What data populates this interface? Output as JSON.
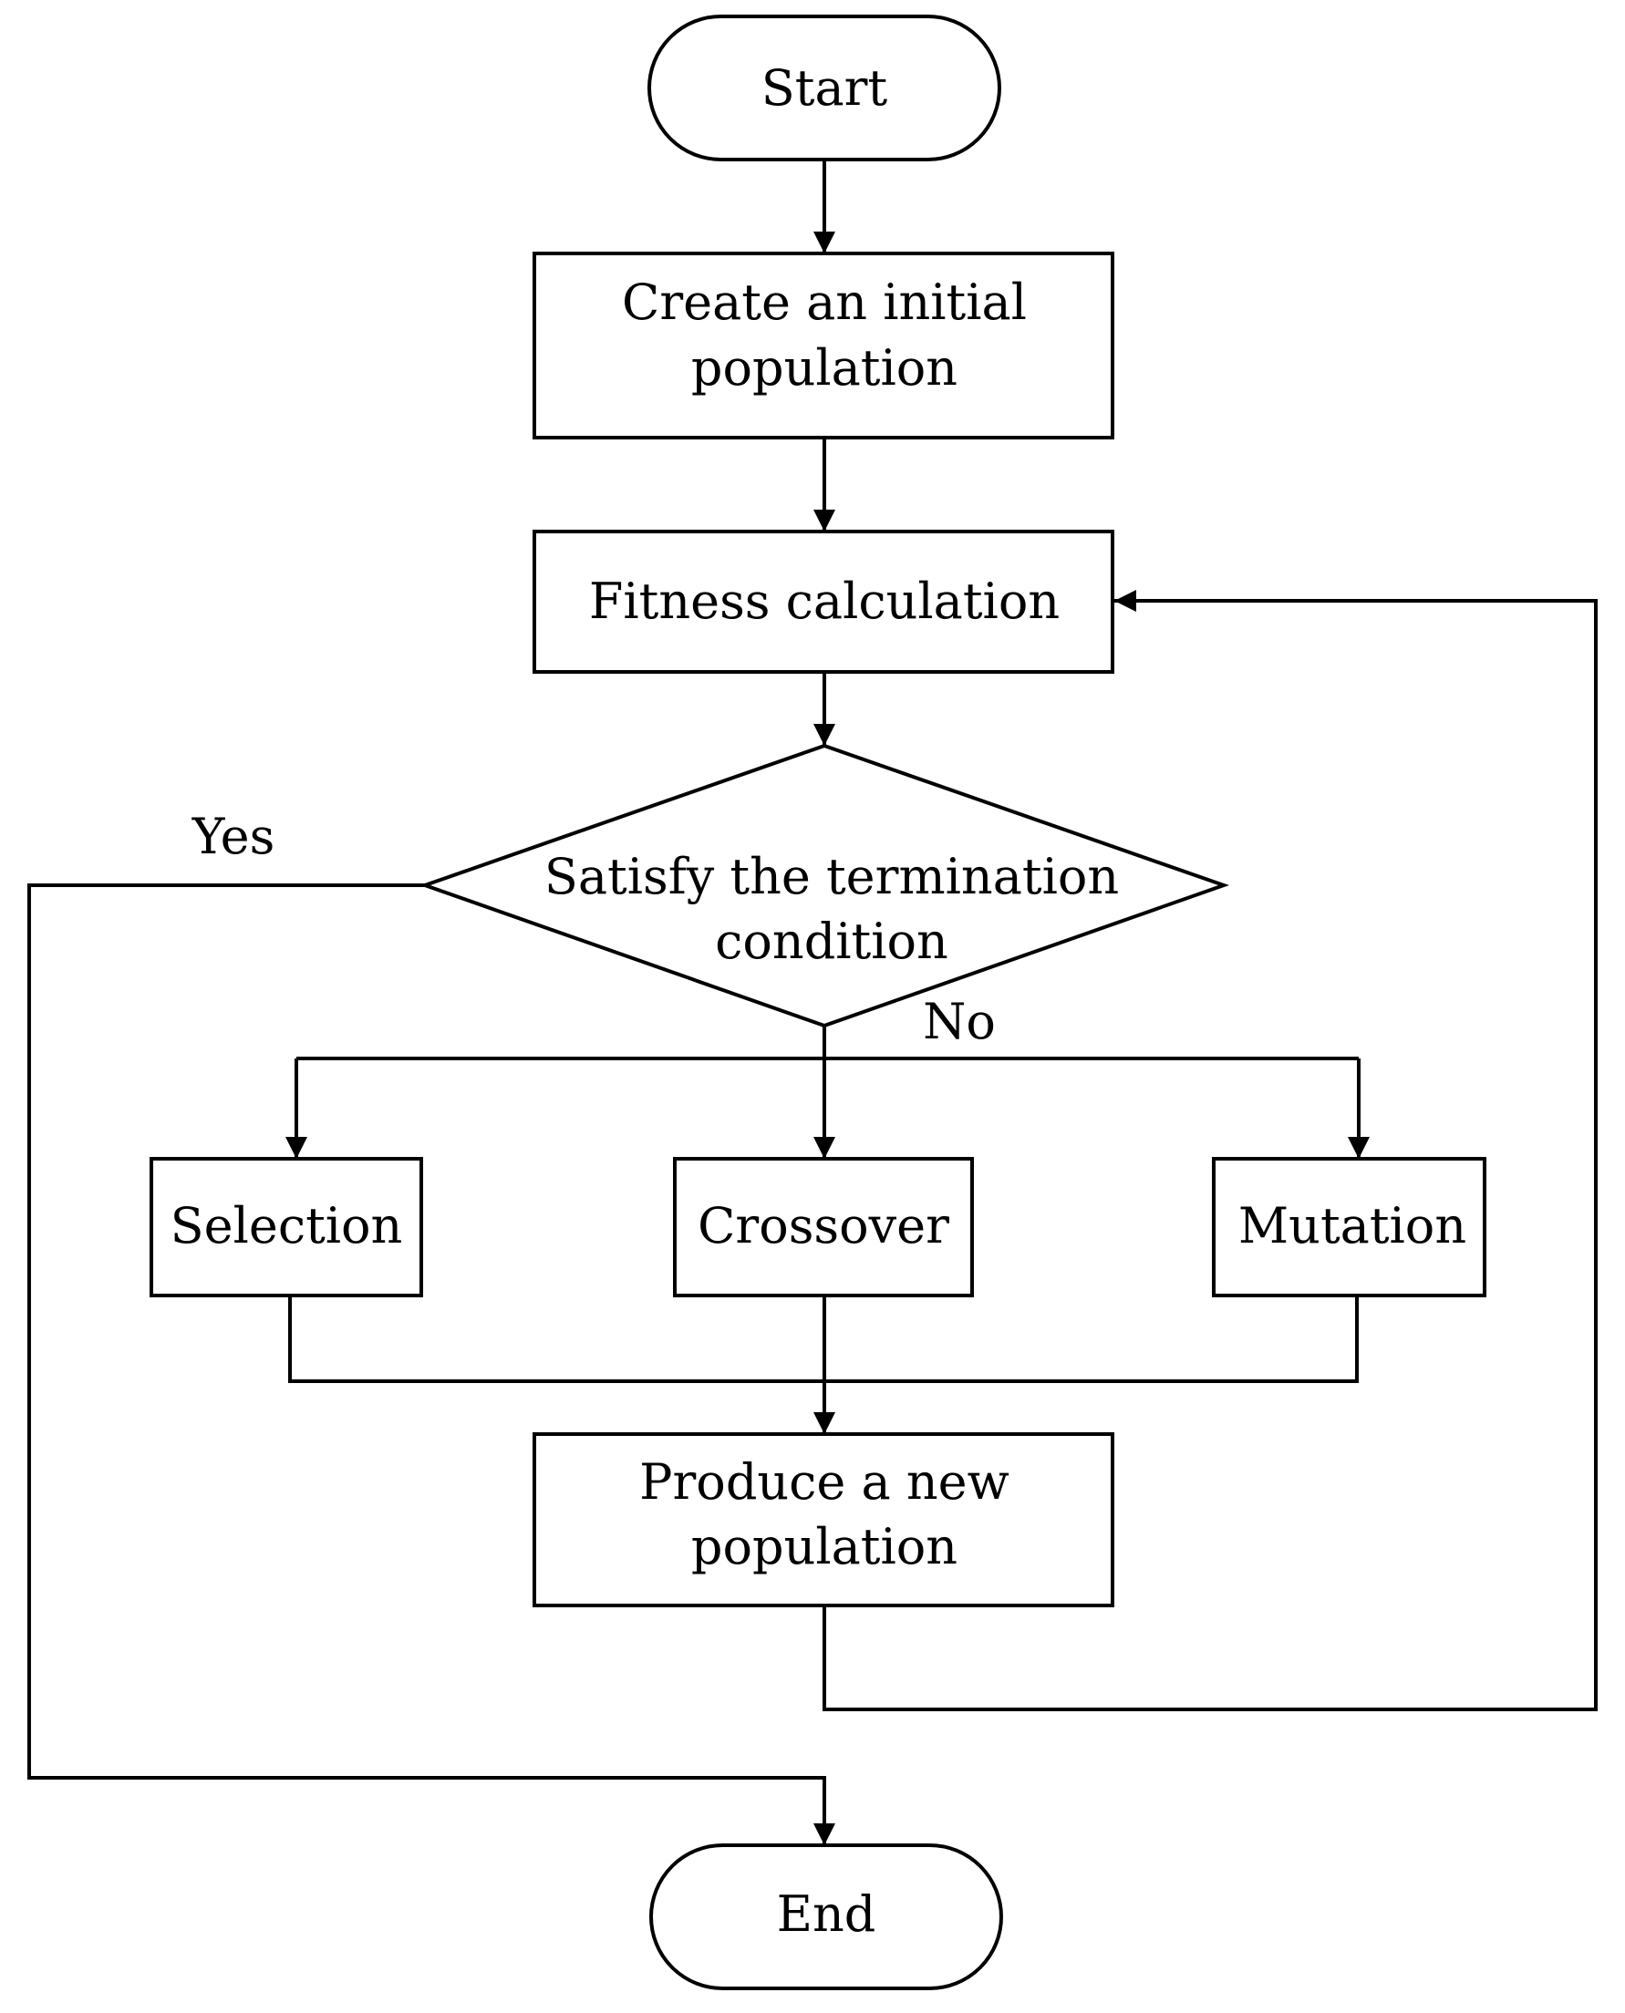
{
  "nodes": {
    "start": {
      "label": "Start"
    },
    "init": {
      "line1": "Create an initial",
      "line2": "population"
    },
    "fitness": {
      "label": "Fitness calculation"
    },
    "decision": {
      "line1": "Satisfy the termination",
      "line2": "condition"
    },
    "selection": {
      "label": "Selection"
    },
    "crossover": {
      "label": "Crossover"
    },
    "mutation": {
      "label": "Mutation"
    },
    "produce": {
      "line1": "Produce a new",
      "line2": "population"
    },
    "end": {
      "label": "End"
    }
  },
  "edge_labels": {
    "yes": "Yes",
    "no": "No"
  }
}
